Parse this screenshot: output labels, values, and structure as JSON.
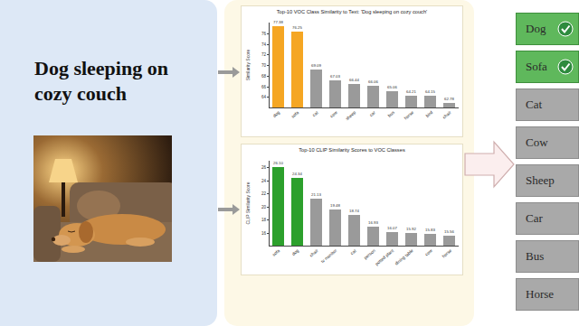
{
  "diagram": {
    "nodes": [
      {
        "text": [
          "Dog sleeping on cozy couch"
        ]
      },
      {
        "text": [
          "Top-10 VOC Class Similarity to Text: 'Dog sleeping on cozy couch'"
        ]
      },
      {
        "text": [
          "Top-10 CLIP Similarity Scores to VOC Classes"
        ]
      },
      {
        "text": [
          "Dog"
        ]
      },
      {
        "text": [
          "Sofa"
        ]
      },
      {
        "text": [
          "Cat"
        ]
      },
      {
        "text": [
          "Cow"
        ]
      },
      {
        "text": [
          "Sheep"
        ]
      },
      {
        "text": [
          "Car"
        ]
      },
      {
        "text": [
          "Bus"
        ]
      },
      {
        "text": [
          "Horse"
        ]
      }
    ],
    "edges": [
      {
        "from": 0,
        "to": 1,
        "arrow": "to"
      },
      {
        "from": 0,
        "to": 2,
        "arrow": "to"
      }
    ],
    "labels": [
      "Similarity Score",
      "76",
      "74",
      "72",
      "70",
      "68",
      "66",
      "64",
      "77.38",
      "76.25",
      "69.09",
      "67.03",
      "66.44",
      "66.06",
      "65.06",
      "64.21",
      "64.15",
      "62.78",
      "dog",
      "sofa",
      "cat",
      "cow",
      "sheep",
      "car",
      "bus",
      "horse",
      "bird",
      "chair",
      "CLIP Similarity Score",
      "26",
      "24",
      "22",
      "20",
      "18",
      "16",
      "26.10",
      "24.34",
      "21.13",
      "19.48",
      "18.74",
      "16.93",
      "16.07",
      "15.92",
      "15.83",
      "15.56",
      "sofa",
      "dog",
      "chair",
      "tv monitor",
      "cat",
      "person",
      "potted plant",
      "dining table",
      "cow",
      "horse"
    ]
  }
}
